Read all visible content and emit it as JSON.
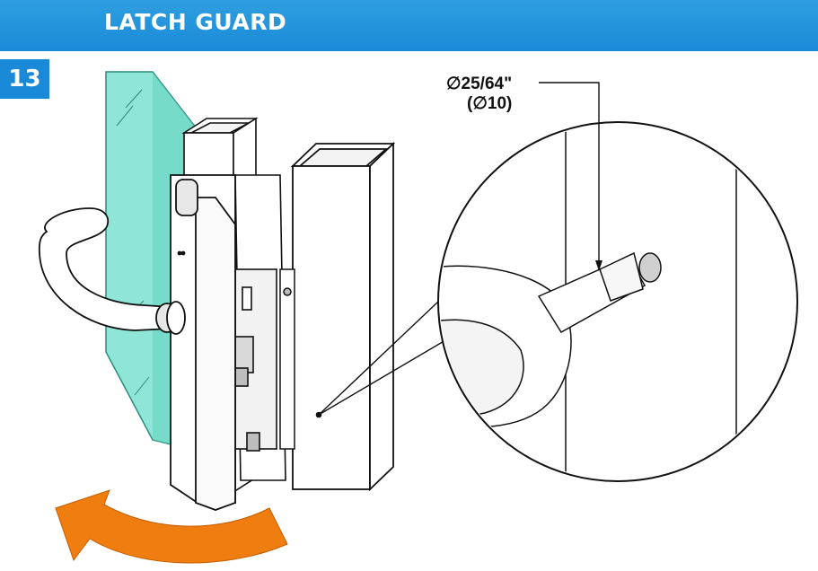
{
  "header": {
    "title": "LATCH GUARD"
  },
  "step": {
    "number": "13"
  },
  "callout": {
    "imperial": "∅25/64\"",
    "metric": "(∅10)"
  },
  "colors": {
    "header_blue": "#1a8ad8",
    "glass": "#7fe0cf",
    "arrow": "#f07d10"
  }
}
